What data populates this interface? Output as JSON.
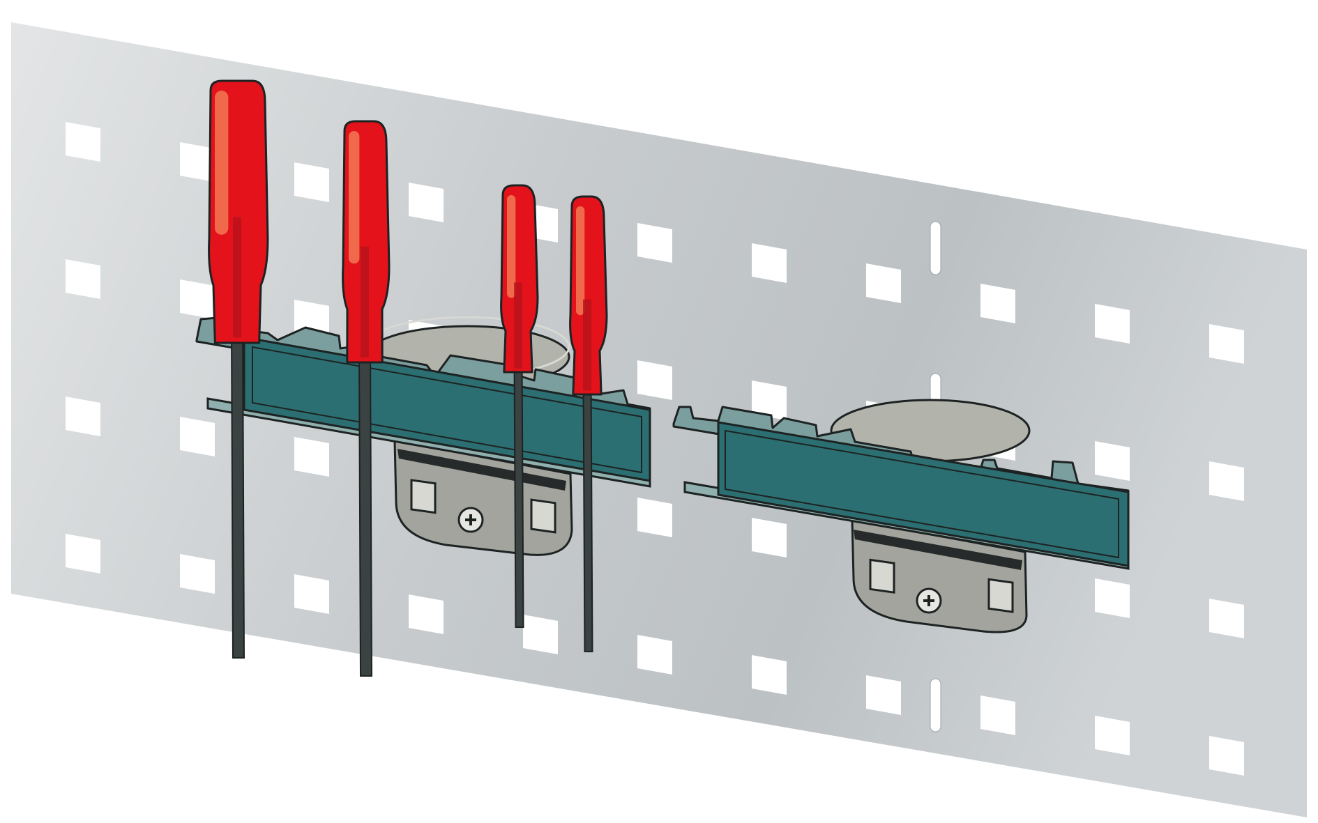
{
  "illustration": {
    "subject": "",
    "colors": {
      "panel_light": "#dde0e2",
      "panel_dark": "#b9bec1",
      "hole": "#ffffff",
      "rail_face": "#2d7073",
      "rail_top": "#7a9e9e",
      "bracket": "#a1a39c",
      "handle": "#e3121b",
      "handle_highlight": "#f0694a",
      "shaft": "#3a4242",
      "outline": "#1d2222"
    },
    "objects": [
      {
        "type": "pegboard-panel",
        "holes": "square-grid"
      },
      {
        "type": "screwdriver-holder-rail",
        "count": 2
      },
      {
        "type": "mounting-bracket",
        "count": 2
      },
      {
        "type": "screwdriver",
        "count": 4,
        "color": "red"
      }
    ]
  }
}
